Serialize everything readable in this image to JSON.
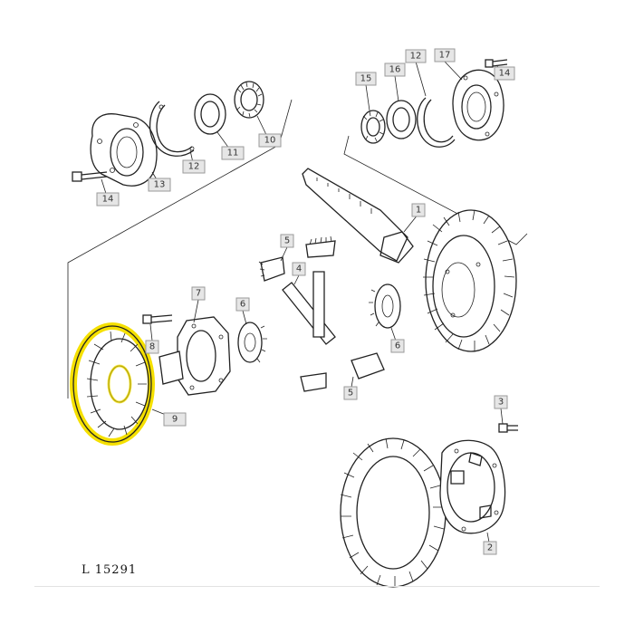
{
  "drawing_reference": "L 15291",
  "highlight_color": "#f5e000",
  "callouts": [
    {
      "id": "c1",
      "label": "1"
    },
    {
      "id": "c2",
      "label": "2"
    },
    {
      "id": "c3",
      "label": "3"
    },
    {
      "id": "c4",
      "label": "4"
    },
    {
      "id": "c5a",
      "label": "5"
    },
    {
      "id": "c5b",
      "label": "5"
    },
    {
      "id": "c6a",
      "label": "6"
    },
    {
      "id": "c6b",
      "label": "6"
    },
    {
      "id": "c7",
      "label": "7"
    },
    {
      "id": "c8",
      "label": "8"
    },
    {
      "id": "c9",
      "label": "9"
    },
    {
      "id": "c10",
      "label": "10"
    },
    {
      "id": "c11",
      "label": "11"
    },
    {
      "id": "c12a",
      "label": "12"
    },
    {
      "id": "c12b",
      "label": "12"
    },
    {
      "id": "c13",
      "label": "13"
    },
    {
      "id": "c14a",
      "label": "14"
    },
    {
      "id": "c14b",
      "label": "14"
    },
    {
      "id": "c15",
      "label": "15"
    },
    {
      "id": "c16",
      "label": "16"
    },
    {
      "id": "c17",
      "label": "17"
    }
  ]
}
